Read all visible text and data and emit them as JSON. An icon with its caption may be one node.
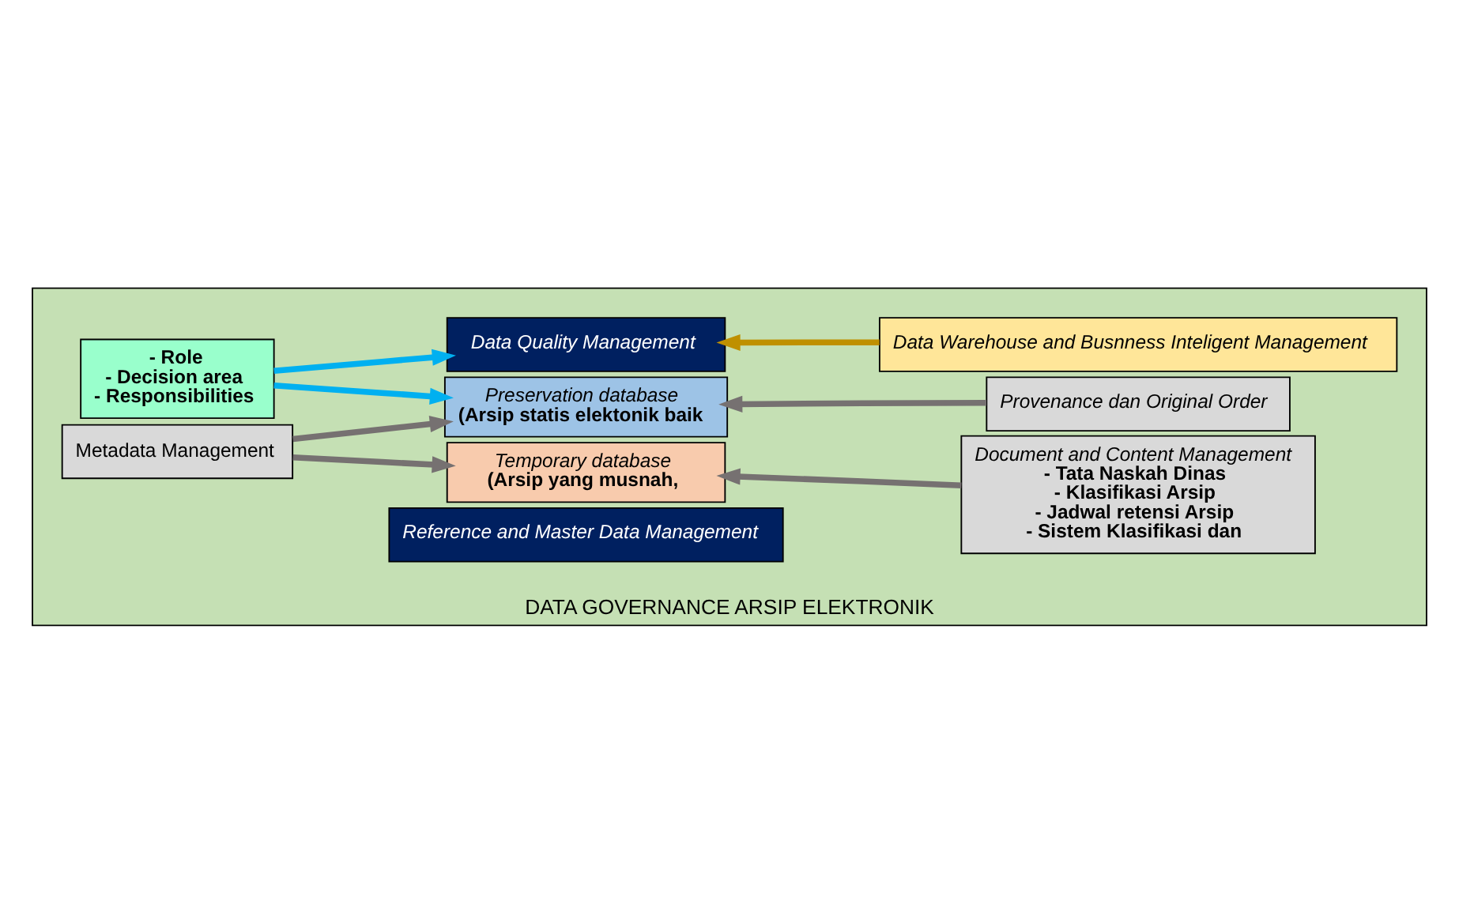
{
  "diagram": {
    "nodes": [
      {
        "text": [
          "DATA GOVERNANCE ARSIP ELEKTRONIK"
        ]
      },
      {
        "text": [
          "Metadata Management"
        ],
        "in": 0
      },
      {
        "text": [
          "Reference and Master Data Management"
        ],
        "in": 0
      },
      {
        "text": [
          "Temporary database",
          "(Arsip yang musnah,"
        ],
        "in": 0
      },
      {
        "text": [
          "Preservation database",
          "(Arsip statis elektonik baik"
        ],
        "in": 0
      },
      {
        "text": [
          "Document and Content Management",
          "- Tata Naskah Dinas",
          "- Klasifikasi Arsip",
          "- Jadwal retensi Arsip",
          "- Sistem Klasifikasi dan"
        ],
        "in": 0
      },
      {
        "text": [
          "Provenance dan Original Order"
        ],
        "in": 0
      },
      {
        "text": [
          "Data Quality Management"
        ],
        "in": 0
      },
      {
        "text": [
          "Data Warehouse and Busnness Inteligent Management"
        ],
        "in": 0
      },
      {
        "text": [
          "- Role",
          "- Decision area",
          "- Responsibilities"
        ],
        "in": 0
      }
    ],
    "edges": [
      {
        "from": 1,
        "to": 3,
        "arrow": "to"
      },
      {
        "from": 1,
        "to": 4,
        "arrow": "to"
      },
      {
        "from": 5,
        "to": 3,
        "arrow": "to"
      },
      {
        "from": 6,
        "to": 4,
        "arrow": "to"
      },
      {
        "from": 9,
        "to": 4,
        "arrow": "to",
        "color": "#00b0f0"
      },
      {
        "from": 9,
        "to": 7,
        "arrow": "to",
        "color": "#00b0f0"
      },
      {
        "from": 8,
        "to": 7,
        "arrow": "to",
        "color": "#bf9000"
      }
    ]
  }
}
